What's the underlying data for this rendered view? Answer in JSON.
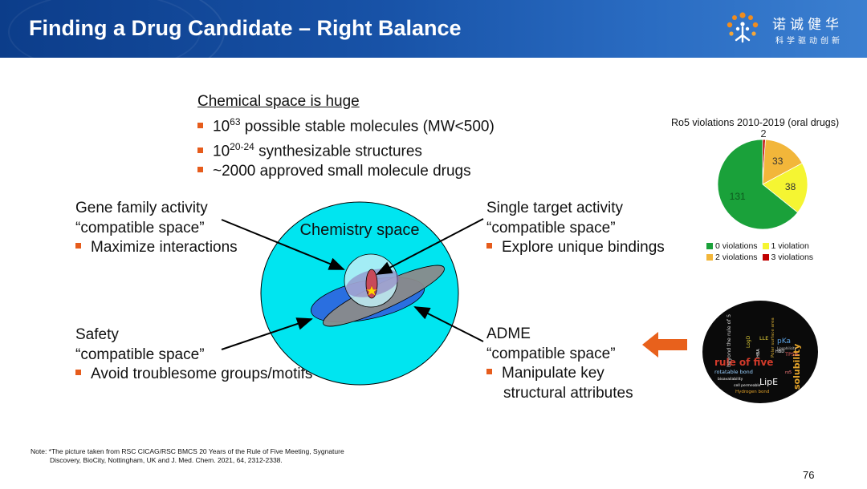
{
  "slide": {
    "title": "Finding a Drug Candidate – Right Balance",
    "logo": {
      "name": "诺诚健华",
      "slogan": "科学驱动创新"
    },
    "page_number": "76"
  },
  "chemical_space": {
    "heading": "Chemical space is huge",
    "items": [
      {
        "base": "10",
        "sup": "63",
        "text": " possible stable molecules (MW<500)"
      },
      {
        "base": "10",
        "sup": "20-24",
        "text": " synthesizable structures"
      },
      {
        "base": "",
        "sup": "",
        "text": "~2000 approved small molecule drugs"
      }
    ]
  },
  "callouts": {
    "gene": {
      "line1": "Gene family activity",
      "line2": "“compatible space”",
      "bullet": "Maximize interactions"
    },
    "single": {
      "line1": "Single target activity",
      "line2": "“compatible space”",
      "bullet": "Explore unique bindings"
    },
    "safety": {
      "line1": "Safety",
      "line2": "“compatible space”",
      "bullet": "Avoid troublesome groups/motifs"
    },
    "adme": {
      "line1": "ADME",
      "line2": "“compatible space”",
      "bullet_line1": "Manipulate key",
      "bullet_line2": "structural attributes"
    }
  },
  "diagram": {
    "label": "Chemistry space",
    "colors": {
      "outer": "#00e5f0",
      "inner": "#bfeef6",
      "blue": "#2a6fe0",
      "gray": "#8a8a8a",
      "red": "#c84a5a",
      "star": "#ffd800"
    }
  },
  "chart_data": {
    "type": "pie",
    "title": "Ro5 violations 2010-2019 (oral drugs)",
    "categories": [
      "0 violations",
      "1 violation",
      "2 violations",
      "3 violations"
    ],
    "values": [
      131,
      38,
      33,
      2
    ],
    "colors": [
      "#1aa13a",
      "#f5f532",
      "#f2b63a",
      "#c00000"
    ],
    "legend": "bottom"
  },
  "word_cloud": {
    "words": [
      "rule of five",
      "solubility",
      "LipE",
      "beyond the rule of 5",
      "pKa",
      "TPSA",
      "LLE",
      "LogD",
      "Polar surface area",
      "rotatable bond",
      "Hydrogen bond",
      "HBA",
      "HBD",
      "bioavailability",
      "cell permeable",
      "Lipophilicity",
      "ro5"
    ]
  },
  "note": {
    "line1": "Note: *The picture taken from RSC CICAG/RSC BMCS 20 Years of the Rule of Five Meeting, Sygnature",
    "line2": "Discovery, BioCity, Nottingham, UK and J. Med. Chem. 2021, 64, 2312-2338."
  }
}
